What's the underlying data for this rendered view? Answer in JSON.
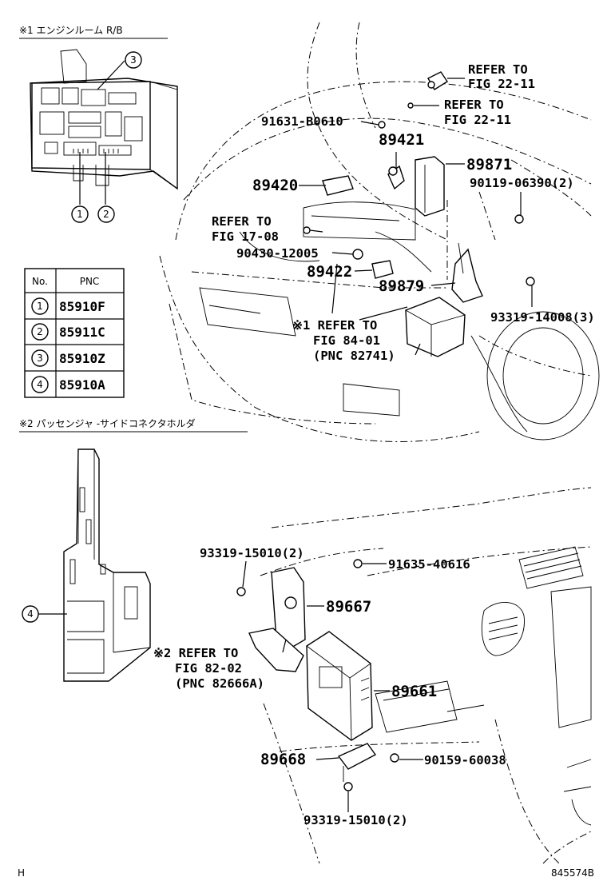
{
  "inset1": {
    "title": "※1 エンジンルーム R/B",
    "callouts": [
      "1",
      "2",
      "3"
    ]
  },
  "pnc_table": {
    "headers": [
      "No.",
      "PNC"
    ],
    "rows": [
      {
        "no": "1",
        "pnc": "85910F"
      },
      {
        "no": "2",
        "pnc": "85911C"
      },
      {
        "no": "3",
        "pnc": "85910Z"
      },
      {
        "no": "4",
        "pnc": "85910A"
      }
    ]
  },
  "inset2": {
    "title": "※2 パッセンジャ -サイドコネクタホルダ",
    "callout": "4"
  },
  "engine_labels": {
    "refer_22_11_a_1": "REFER TO",
    "refer_22_11_a_2": "FIG 22-11",
    "refer_22_11_b_1": "REFER TO",
    "refer_22_11_b_2": "FIG 22-11",
    "p91631": "91631-B0610",
    "p89421": "89421",
    "p89871": "89871",
    "p89420": "89420",
    "p90119": "90119-06390(2)",
    "refer_17_08_1": "REFER TO",
    "refer_17_08_2": "FIG 17-08",
    "p90430": "90430-12005",
    "p89422": "89422",
    "p89879": "89879",
    "p93319_14008": "93319-14008(3)",
    "refer_84_01_1": "※1 REFER TO",
    "refer_84_01_2": "FIG 84-01",
    "refer_84_01_3": "(PNC 82741)"
  },
  "dash_labels": {
    "p93319_15010_a": "93319-15010(2)",
    "p91635": "91635-40616",
    "p89667": "89667",
    "refer_82_02_1": "※2 REFER TO",
    "refer_82_02_2": "FIG 82-02",
    "refer_82_02_3": "(PNC 82666A)",
    "p89661": "89661",
    "p89668": "89668",
    "p90159": "90159-60038",
    "p93319_15010_b": "93319-15010(2)"
  },
  "footer": {
    "left": "H",
    "right": "845574B"
  }
}
